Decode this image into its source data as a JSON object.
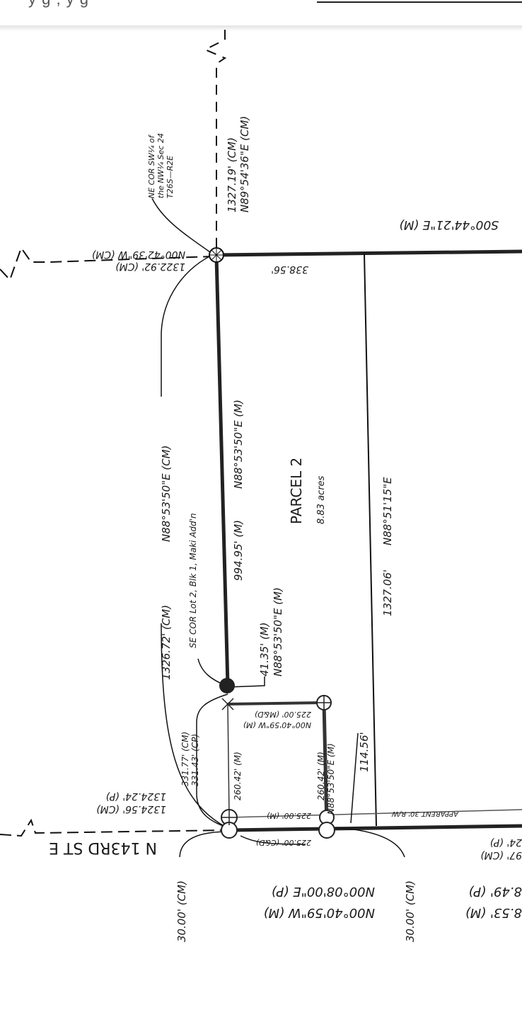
{
  "viewer": {
    "top_text_partial": "y g   , y g",
    "has_search_box": true
  },
  "plat": {
    "parcel": {
      "name": "PARCEL 2",
      "area": "8.83 acres"
    },
    "street": "N 143RD ST E",
    "labels": {
      "ne_cor_line1": "NE COR SW¼ of",
      "ne_cor_line2": "the NW¼ Sec 24",
      "ne_cor_line3": "T26S—R2E",
      "top_dist": "1327.19' (CM)",
      "top_bearing": "N89°54'36\"E (CM)",
      "left_top_bearing": "N00°42'39\"W (CM)",
      "left_top_dist": "1322.92' (CM)",
      "east_bearing": "S00°44'21\"E (M)",
      "north_seg": "338.56'",
      "west_bearing_cm": "N88°53'50\"E (CM)",
      "west_dist_cm": "1326.72' (CM)",
      "se_cor": "SE COR Lot 2, Blk 1, Maki Add'n",
      "main_dist": "994.95' (M)",
      "main_bearing": "N88°53'50\"E (M)",
      "inner_dist": "1327.06'",
      "inner_bearing": "N88°51'15\"E",
      "short_dist": "41.35' (M)",
      "short_bearing": "N88°53'50\"E (M)",
      "sq_top_a": "225.00' (M&D)",
      "sq_top_b": "N00°40'59\"W (M)",
      "sq_left": "260.42' (M)",
      "sq_right_a": "260.42' (M)",
      "sq_right_b": "N88°53'50\"E (M)",
      "sq_bottom": "225.00' (M)",
      "sq_bottom_cd": "225.00' (C&D)",
      "cm_dist": "331.77' (CM)",
      "cp_dist": "331.43' (CP)",
      "seg_114": "114.56'",
      "row": "APPARENT 30' R/W",
      "street_p": "1324.24' (P)",
      "street_cm": "1324.56' (CM)",
      "bottom_bearing_p": "N00°08'00\"E (P)",
      "bottom_bearing_m": "N00°40'59\"W (M)",
      "left_30": "30.00' (CM)",
      "right_30": "30.00' (CM)",
      "right_p1": "24' (P)",
      "right_cm": "97' (CM)",
      "right_p2": "8.49' (P)",
      "right_m": "8.53' (M)"
    }
  }
}
